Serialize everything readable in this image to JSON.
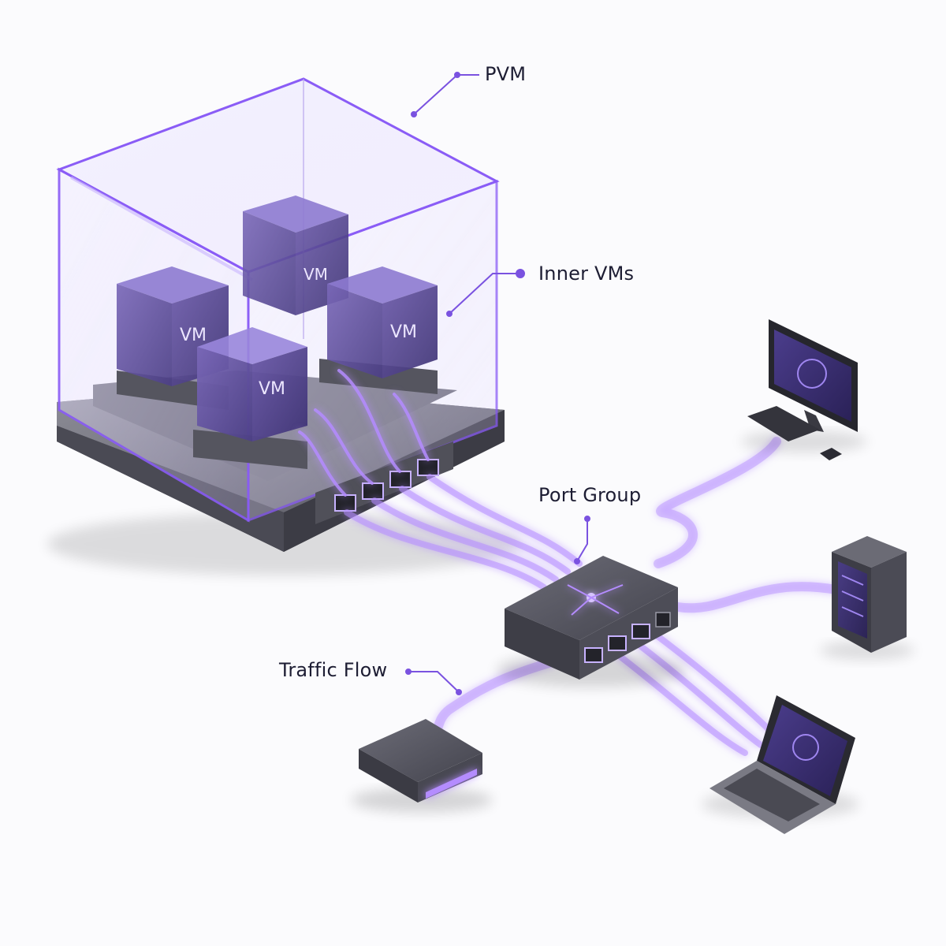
{
  "callouts": {
    "pvm": "PVM",
    "inner_vms": "Inner VMs",
    "port_group": "Port Group",
    "traffic_flow": "Traffic Flow"
  },
  "vm_label": "VM",
  "vms": [
    {
      "label": "VM"
    },
    {
      "label": "VM"
    },
    {
      "label": "VM"
    },
    {
      "label": "VM"
    }
  ],
  "colors": {
    "accent": "#8a5cf6",
    "glow": "#b48cff",
    "device": "#4a4a55",
    "text": "#1d1d33"
  },
  "icons": [
    "desktop-monitor-icon",
    "tower-server-icon",
    "laptop-icon",
    "router-box-icon",
    "network-switch-icon"
  ]
}
